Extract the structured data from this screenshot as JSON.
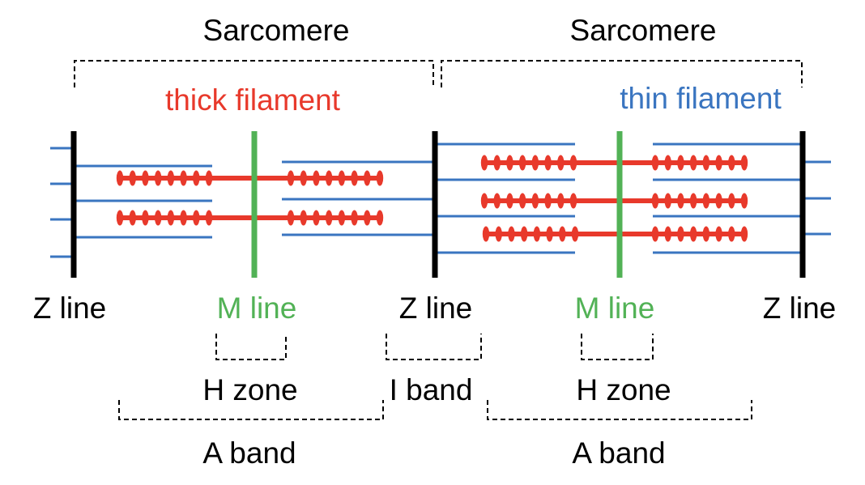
{
  "labels": {
    "sarcomere_left": "Sarcomere",
    "sarcomere_right": "Sarcomere",
    "thick_filament": "thick filament",
    "thin_filament": "thin filament",
    "z_line_1": "Z line",
    "m_line_1": "M line",
    "z_line_2": "Z line",
    "m_line_2": "M line",
    "z_line_3": "Z line",
    "h_zone_1": "H zone",
    "i_band": "I band",
    "h_zone_2": "H zone",
    "a_band_1": "A band",
    "a_band_2": "A band"
  },
  "colors": {
    "thick": "#e8392b",
    "thin": "#3a75c0",
    "m_line": "#52b256",
    "z_line": "#000000",
    "text": "#000000"
  }
}
